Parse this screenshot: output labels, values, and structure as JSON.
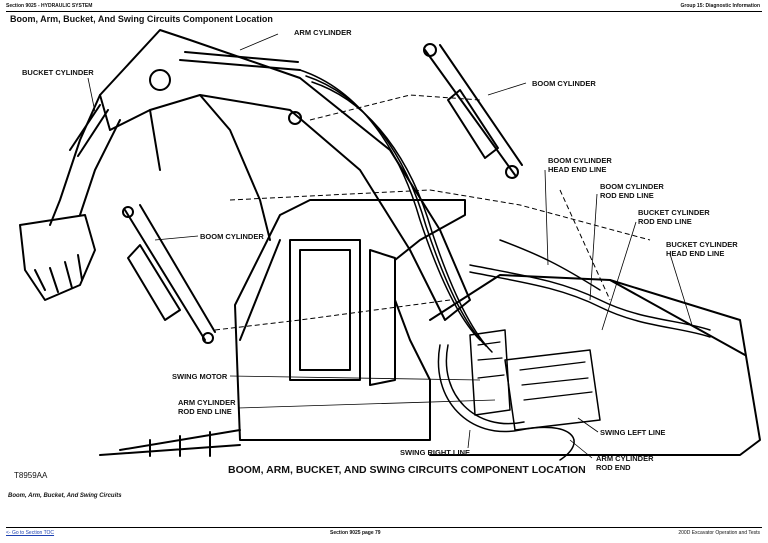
{
  "header": {
    "left": "Section 9025 - HYDRAULIC SYSTEM",
    "right": "Group 15: Diagnostic Information"
  },
  "title": "Boom, Arm, Bucket, And Swing Circuits Component Location",
  "labels": {
    "arm_cylinder": "ARM CYLINDER",
    "bucket_cylinder": "BUCKET CYLINDER",
    "boom_cylinder_top": "BOOM CYLINDER",
    "boom_cylinder_head": "BOOM CYLINDER\nHEAD END LINE",
    "boom_cylinder_rod": "BOOM CYLINDER\nROD END LINE",
    "bucket_cylinder_rod": "BUCKET CYLINDER\nROD END LINE",
    "bucket_cylinder_head": "BUCKET CYLINDER\nHEAD END LINE",
    "boom_cylinder_left": "BOOM CYLINDER",
    "swing_motor": "SWING MOTOR",
    "arm_cylinder_rod_line": "ARM CYLINDER\nROD END LINE",
    "swing_left_line": "SWING LEFT LINE",
    "swing_right_line": "SWING RIGHT LINE",
    "arm_cylinder_rod_end": "ARM CYLINDER\nROD END"
  },
  "caption": "BOOM, ARM, BUCKET, AND SWING CIRCUITS COMPONENT LOCATION",
  "figure_id": "T8959AA",
  "footer_caption": "Boom, Arm, Bucket, And Swing Circuits",
  "footer": {
    "left": "<- Go to Section TOC",
    "center": "Section 9025 page 79",
    "right": "200D Excavator Operation and Tests"
  }
}
